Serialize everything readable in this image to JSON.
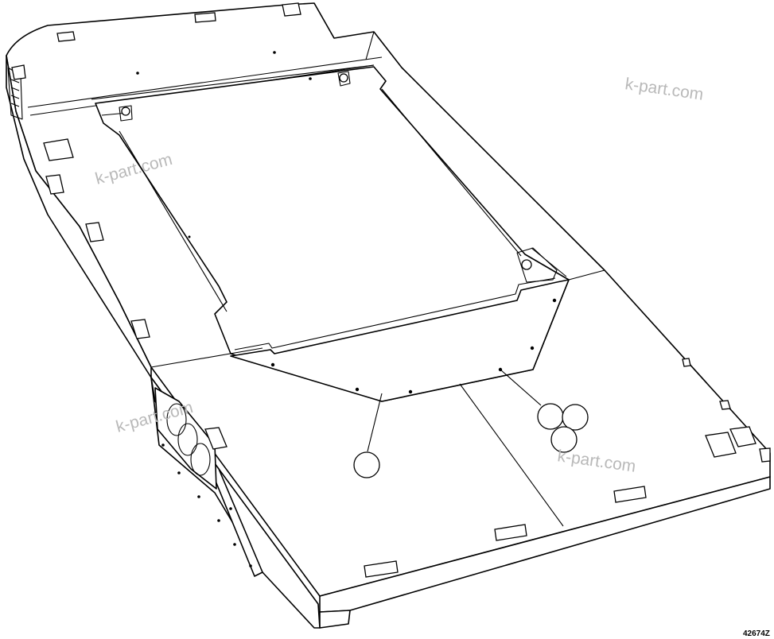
{
  "figure": {
    "number": "42674Z",
    "watermark": "k-part.com"
  },
  "callouts": [
    {
      "id": "callout-left",
      "label": ""
    },
    {
      "id": "callout-a",
      "label": ""
    },
    {
      "id": "callout-b",
      "label": ""
    },
    {
      "id": "callout-c",
      "label": ""
    }
  ],
  "colors": {
    "line": "#000000",
    "background": "#ffffff",
    "watermark": "#b9b9b9"
  }
}
